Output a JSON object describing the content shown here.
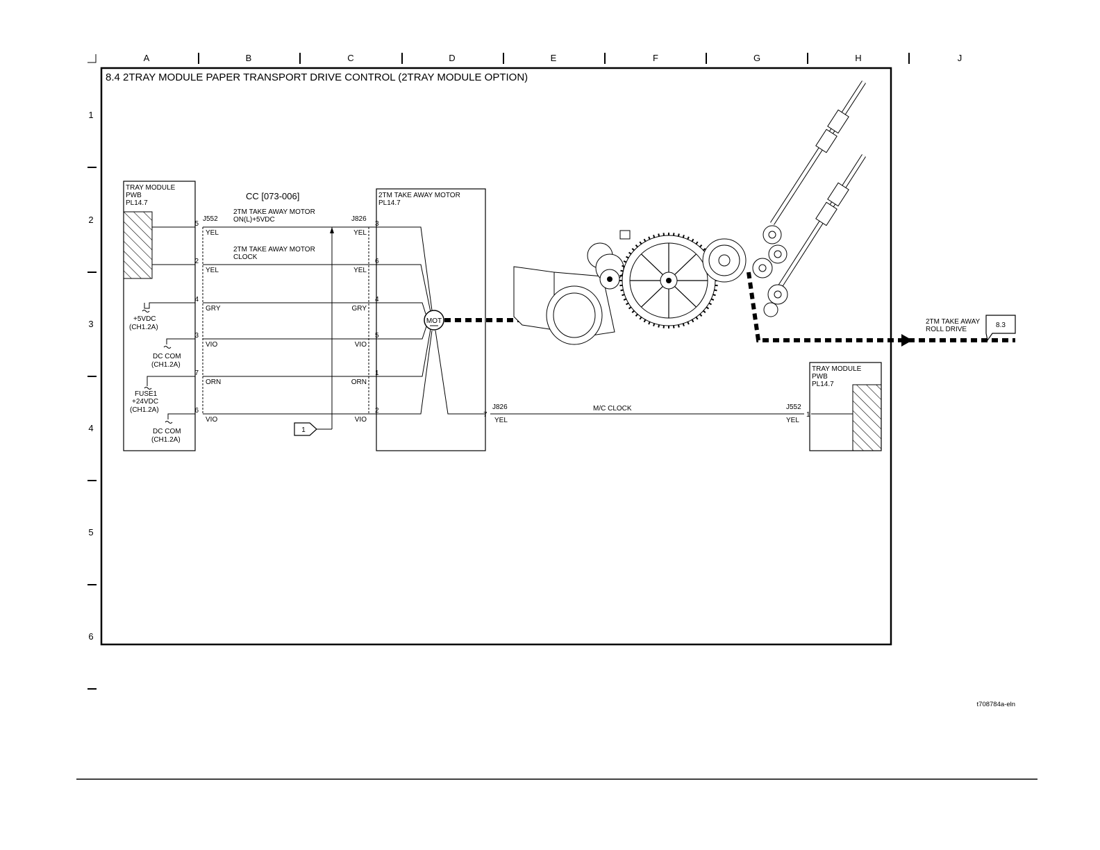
{
  "grid": {
    "columns": [
      "A",
      "B",
      "C",
      "D",
      "E",
      "F",
      "G",
      "H",
      "J"
    ],
    "rows": [
      "1",
      "2",
      "3",
      "4",
      "5",
      "6"
    ]
  },
  "title": "8.4 2TRAY MODULE PAPER TRANSPORT DRIVE CONTROL (2TRAY MODULE OPTION)",
  "left_pwb": {
    "line1": "TRAY MODULE",
    "line2": "PWB",
    "line3": "PL14.7"
  },
  "cc_code": "CC [073-006]",
  "left_connector": "J552",
  "motor_connector": "J826",
  "signals": {
    "on_line1": "2TM TAKE AWAY MOTOR",
    "on_line2": "ON(L)+5VDC",
    "clock_line1": "2TM TAKE AWAY MOTOR",
    "clock_line2": "CLOCK"
  },
  "wires": [
    {
      "left_pin": "5",
      "color": "YEL",
      "right_pin": "3"
    },
    {
      "left_pin": "2",
      "color": "YEL",
      "right_pin": "6"
    },
    {
      "left_pin": "4",
      "color": "GRY",
      "right_pin": "4"
    },
    {
      "left_pin": "3",
      "color": "VIO",
      "right_pin": "5"
    },
    {
      "left_pin": "7",
      "color": "ORN",
      "right_pin": "1"
    },
    {
      "left_pin": "6",
      "color": "VIO",
      "right_pin": "2"
    }
  ],
  "supplies": {
    "p5v_a": "+5VDC",
    "p5v_b": "(CH1.2A)",
    "dccom1_a": "DC COM",
    "dccom1_b": "(CH1.2A)",
    "fuse_a": "FUSE1",
    "fuse_b": "+24VDC",
    "fuse_c": "(CH1.2A)",
    "dccom2_a": "DC COM",
    "dccom2_b": "(CH1.2A)"
  },
  "ref_box": "1",
  "motor_box": {
    "line1": "2TM TAKE AWAY MOTOR",
    "line2": "PL14.7"
  },
  "motor_symbol": "MOT",
  "clock_link": {
    "left_conn": "J826",
    "left_pin": "7",
    "left_color": "YEL",
    "label": "M/C CLOCK",
    "right_conn": "J552",
    "right_pin": "1",
    "right_color": "YEL"
  },
  "right_pwb": {
    "line1": "TRAY MODULE",
    "line2": "PWB",
    "line3": "PL14.7"
  },
  "output": {
    "line1": "2TM TAKE AWAY",
    "line2": "ROLL DRIVE",
    "ref": "8.3"
  },
  "drawing_id": "t708784a-eln"
}
